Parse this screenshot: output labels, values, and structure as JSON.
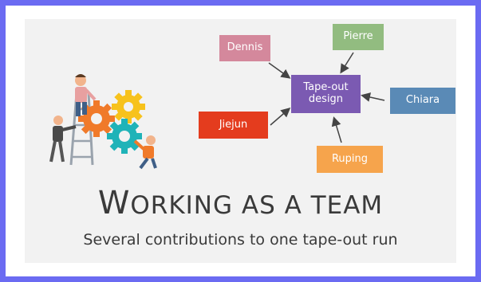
{
  "slide": {
    "title_first_letter": "W",
    "title_rest": "ORKING AS A TEAM",
    "subtitle": "Several contributions to one tape-out run"
  },
  "diagram": {
    "center": {
      "label": "Tape-out design",
      "color": "#7b5ab2"
    },
    "nodes": [
      {
        "id": "dennis",
        "label": "Dennis",
        "color": "#d4889c"
      },
      {
        "id": "pierre",
        "label": "Pierre",
        "color": "#92bc80"
      },
      {
        "id": "chiara",
        "label": "Chiara",
        "color": "#5a8ab6"
      },
      {
        "id": "jiejun",
        "label": "Jiejun",
        "color": "#e43c1e"
      },
      {
        "id": "ruping",
        "label": "Ruping",
        "color": "#f6a44c"
      }
    ]
  },
  "colors": {
    "border": "#6b6bf2",
    "slide_background": "#f2f2f2",
    "text": "#3a3a3a",
    "arrow": "#444444"
  },
  "illustration": {
    "icon": "teamwork-gears-icon"
  }
}
